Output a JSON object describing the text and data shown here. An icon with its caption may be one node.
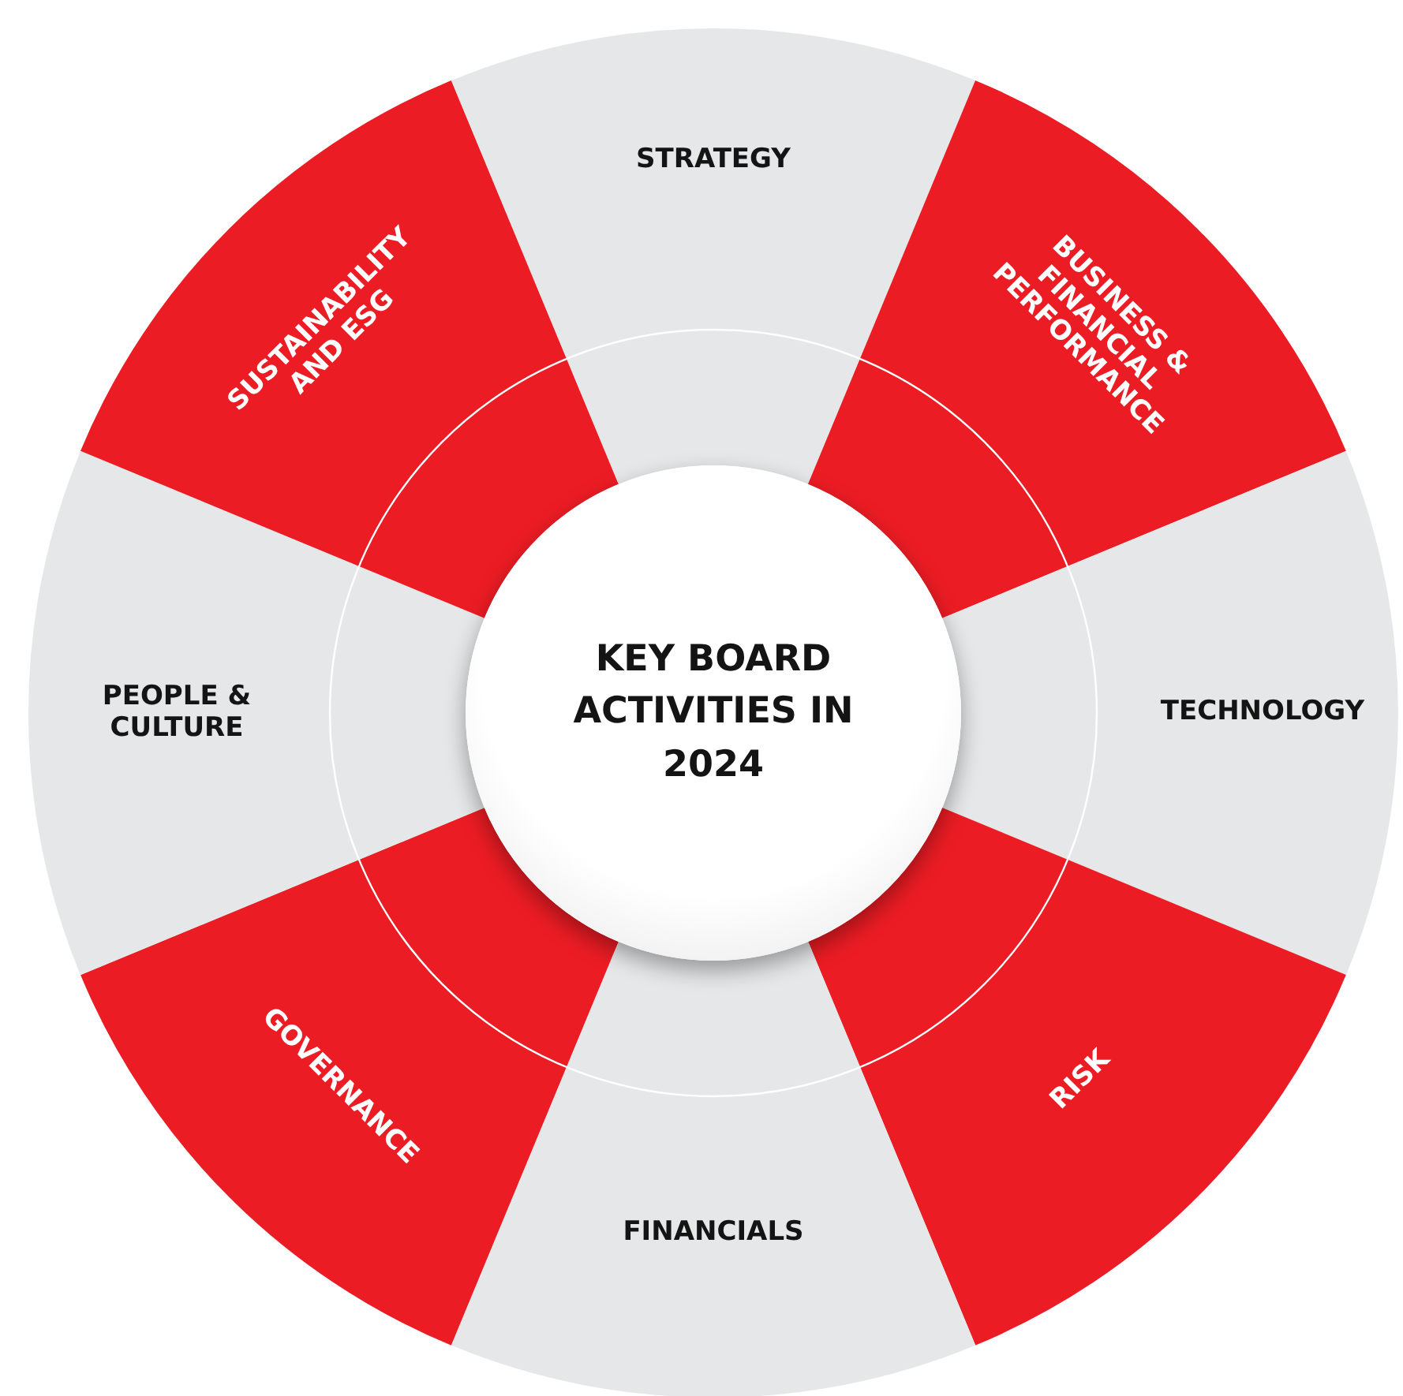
{
  "diagram": {
    "nodes": [
      {
        "text": [
          "KEY BOARD ACTIVITIES IN 2024"
        ]
      },
      {
        "text": [
          "STRATEGY"
        ]
      },
      {
        "text": [
          "BUSINESS & FINANCIAL PERFORMANCE"
        ]
      },
      {
        "text": [
          "TECHNOLOGY"
        ]
      },
      {
        "text": [
          "RISK"
        ]
      },
      {
        "text": [
          "FINANCIALS"
        ]
      },
      {
        "text": [
          "GOVERNANCE"
        ]
      },
      {
        "text": [
          "PEOPLE & CULTURE"
        ]
      },
      {
        "text": [
          "SUSTAINABILITY AND ESG"
        ]
      }
    ]
  }
}
